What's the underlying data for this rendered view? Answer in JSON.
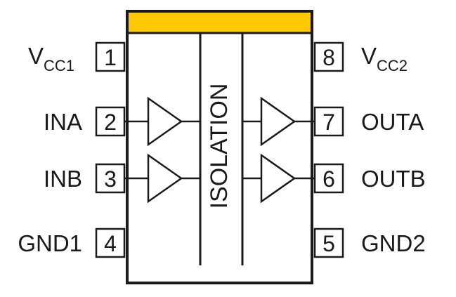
{
  "chip": {
    "colors": {
      "band": "#FFC800",
      "stroke": "#1a1a1a",
      "background": "#ffffff"
    },
    "isolation_label": "ISOLATION"
  },
  "pins": {
    "p1": {
      "number": "1",
      "name_main": "V",
      "name_sub": "CC1"
    },
    "p2": {
      "number": "2",
      "name": "INA"
    },
    "p3": {
      "number": "3",
      "name": "INB"
    },
    "p4": {
      "number": "4",
      "name": "GND1"
    },
    "p5": {
      "number": "5",
      "name": "GND2"
    },
    "p6": {
      "number": "6",
      "name": "OUTB"
    },
    "p7": {
      "number": "7",
      "name": "OUTA"
    },
    "p8": {
      "number": "8",
      "name_main": "V",
      "name_sub": "CC2"
    }
  }
}
